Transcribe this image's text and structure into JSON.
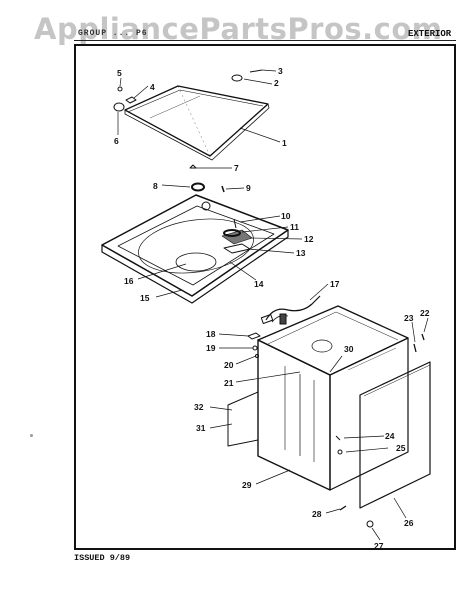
{
  "watermark": "AppliancePartsPros.com",
  "header": {
    "left_text": "GROUP  ... P6",
    "right_text": "EXTERIOR"
  },
  "footer": {
    "issued": "ISSUED 9/89"
  },
  "callouts": [
    "1",
    "2",
    "3",
    "4",
    "5",
    "6",
    "7",
    "8",
    "9",
    "10",
    "11",
    "12",
    "13",
    "14",
    "15",
    "16",
    "17",
    "18",
    "19",
    "20",
    "21",
    "22",
    "23",
    "24",
    "25",
    "26",
    "27",
    "28",
    "29",
    "30",
    "31",
    "32"
  ]
}
